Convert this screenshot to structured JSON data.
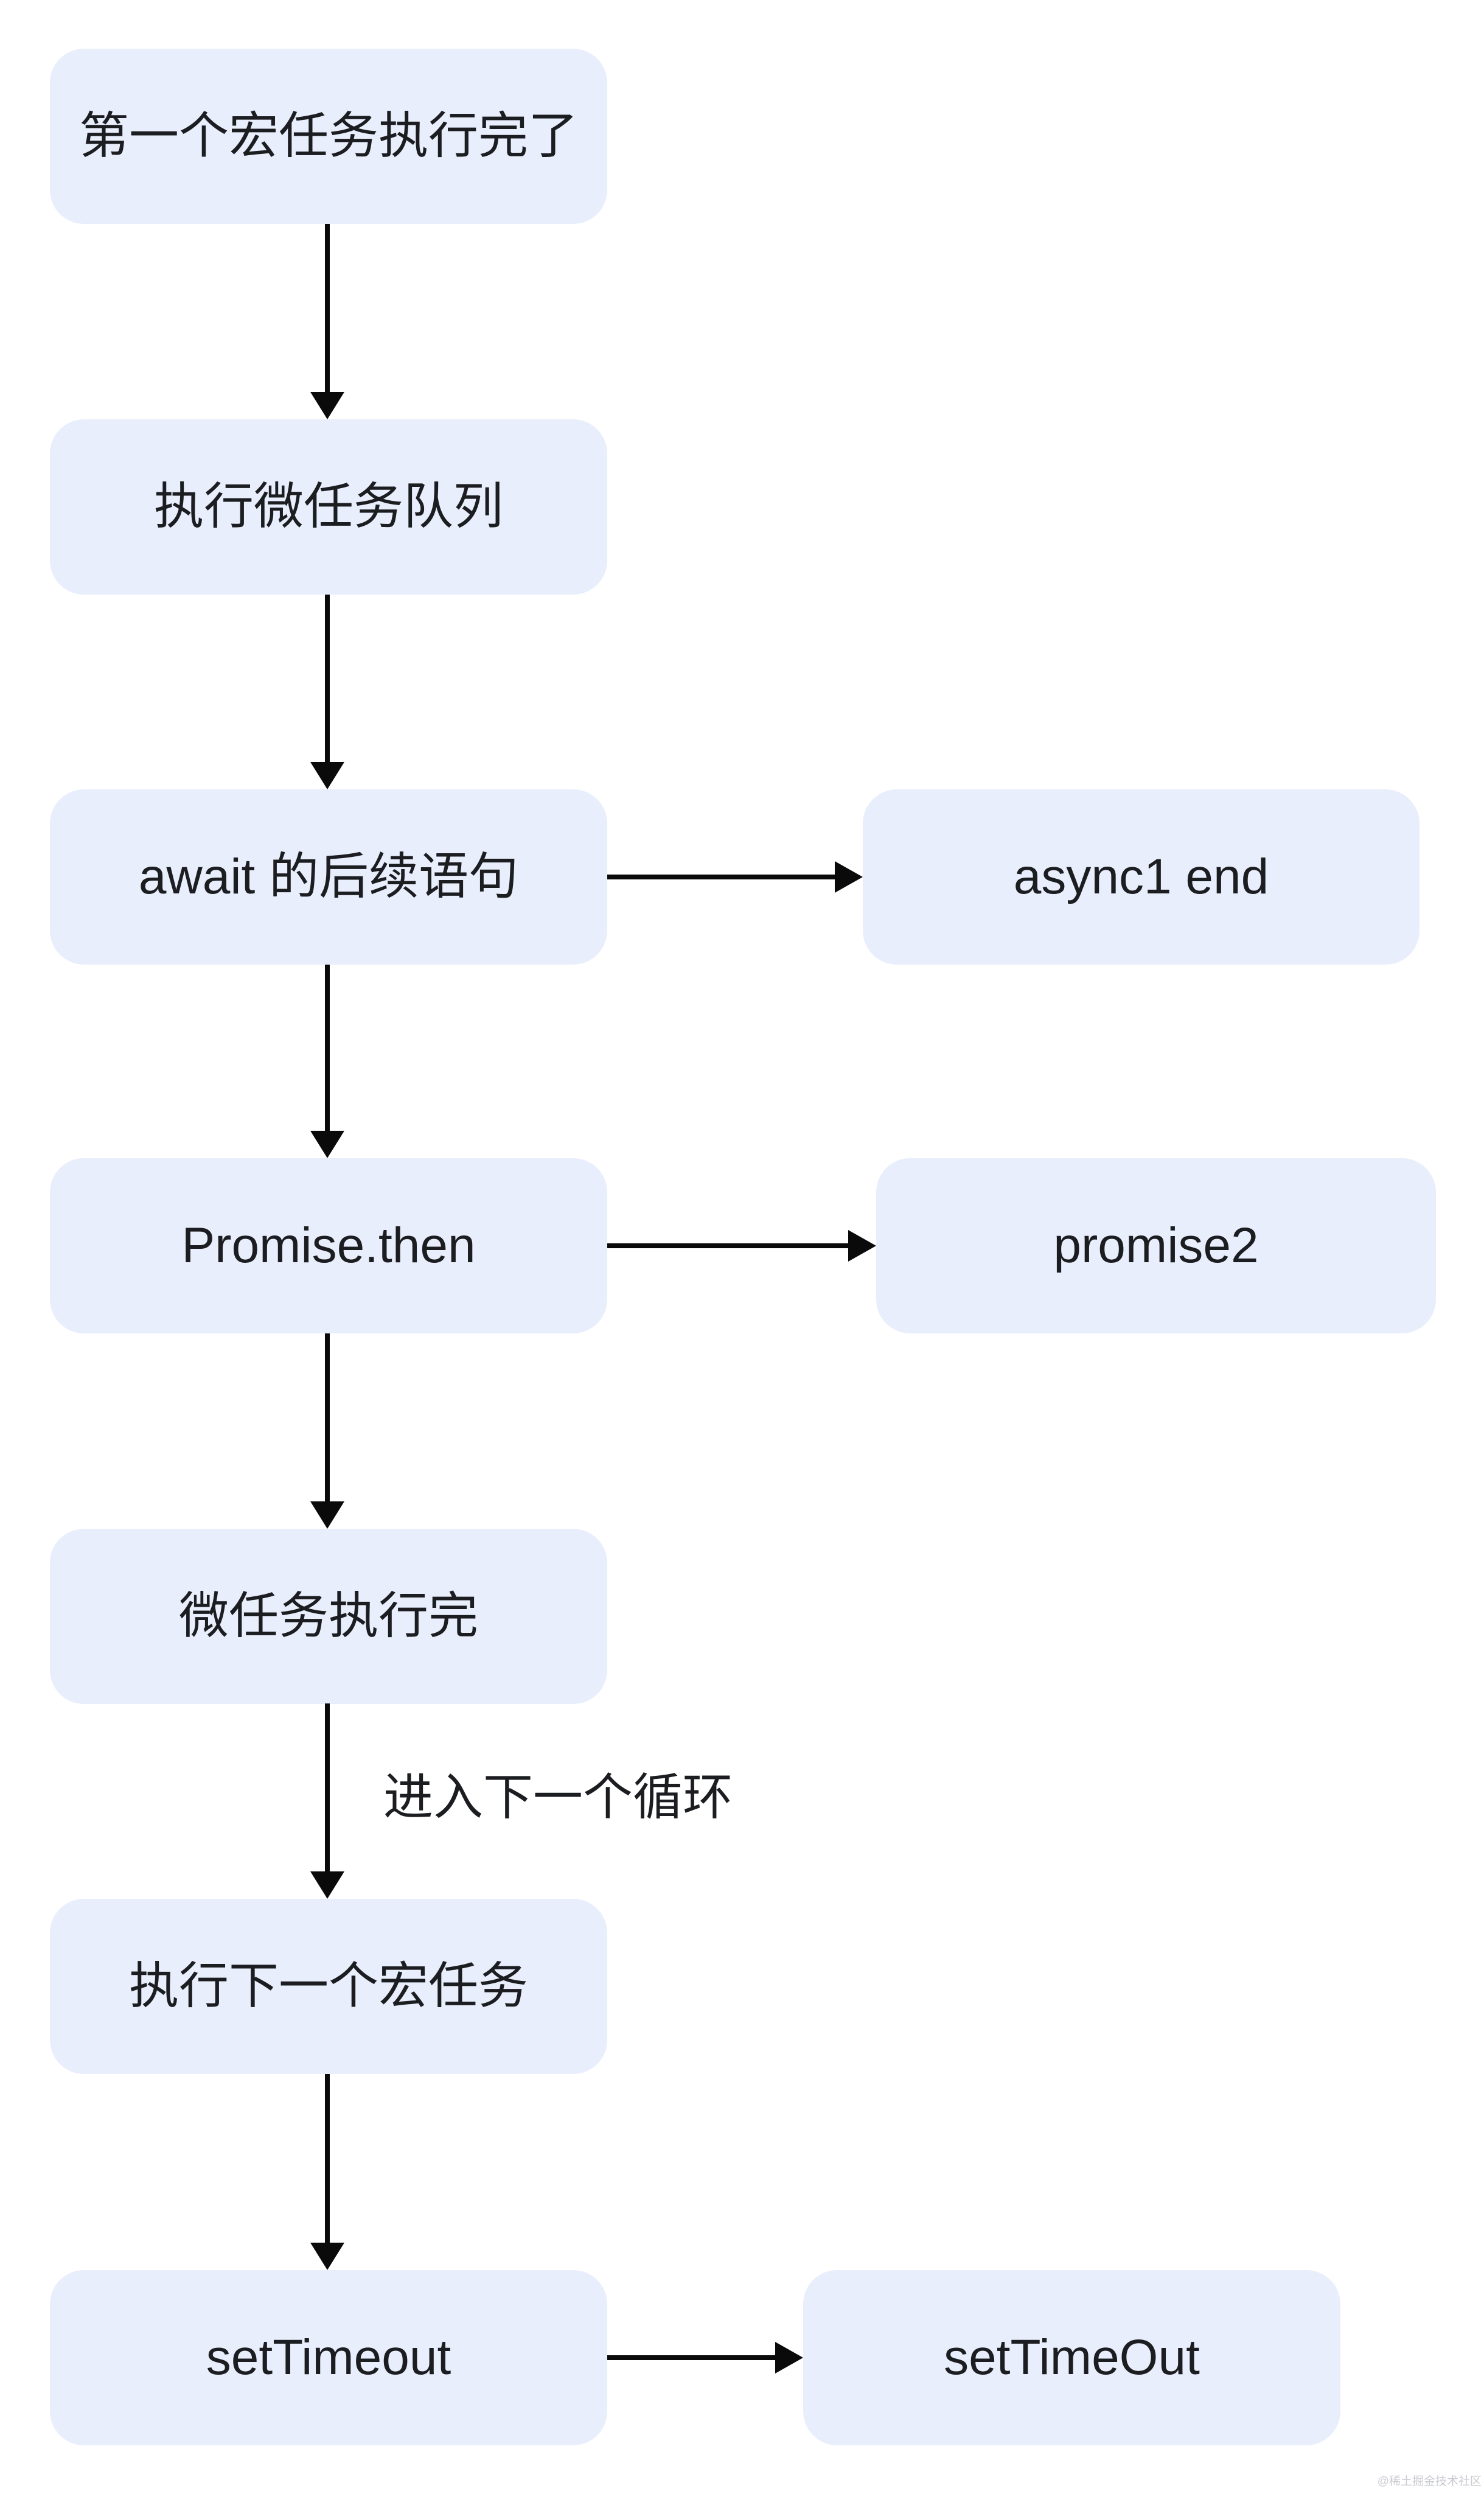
{
  "diagram": {
    "title_semantic": "JavaScript event loop macrotask/microtask flowchart",
    "nodes": {
      "macro_done": {
        "label": "第一个宏任务执行完了"
      },
      "run_microtasks": {
        "label": "执行微任务队列"
      },
      "await_following": {
        "label": "await 的后续语句"
      },
      "async1_end": {
        "label": "async1 end"
      },
      "promise_then": {
        "label": "Promise.then"
      },
      "promise2": {
        "label": "promise2"
      },
      "microtasks_done": {
        "label": "微任务执行完"
      },
      "next_macro": {
        "label": "执行下一个宏任务"
      },
      "set_timeout": {
        "label": "setTimeout"
      },
      "set_timeout_queue": {
        "label": "setTimeOut"
      }
    },
    "edge_label": "进入下一个循环",
    "colors": {
      "background": "#FFFFFF",
      "node_fill": "#E8EEFB",
      "text": "#1B1D21",
      "arrow": "#0A0A0A",
      "watermark": "#C9CBD0"
    }
  },
  "watermark": "@稀土掘金技术社区"
}
